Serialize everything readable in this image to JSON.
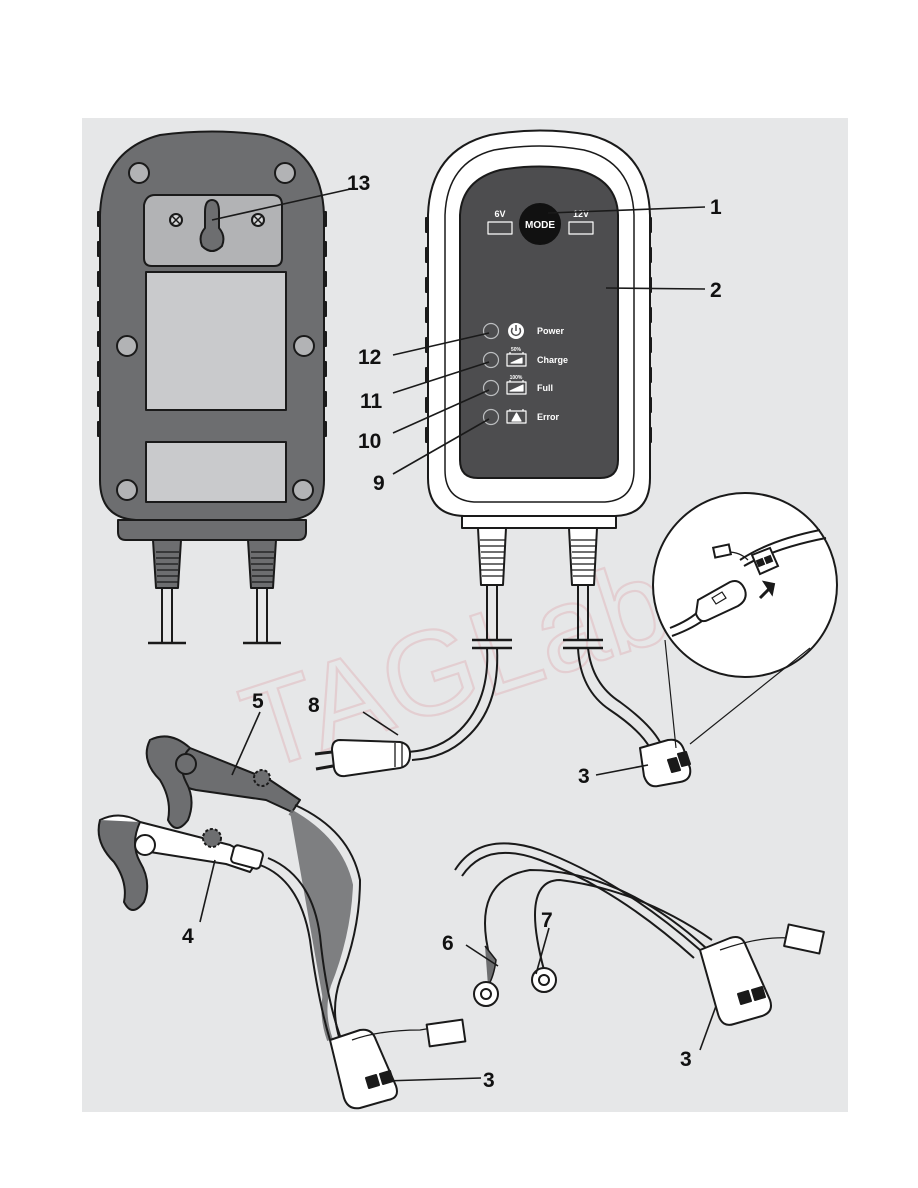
{
  "watermark": "TAGLab",
  "charter": {
    "mode_label": "MODE",
    "volt_left": "6V",
    "volt_right": "12V",
    "indicators": [
      {
        "name": "power",
        "label": "Power",
        "icon": "power-icon"
      },
      {
        "name": "charge",
        "label": "Charge",
        "icon": "battery-50-icon",
        "badge": "50%"
      },
      {
        "name": "full",
        "label": "Full",
        "icon": "battery-100-icon",
        "badge": "100%"
      },
      {
        "name": "error",
        "label": "Error",
        "icon": "battery-warning-icon"
      }
    ]
  },
  "callouts": {
    "c1": "1",
    "c2": "2",
    "c3a": "3",
    "c3b": "3",
    "c3c": "3",
    "c4": "4",
    "c5": "5",
    "c6": "6",
    "c7": "7",
    "c8": "8",
    "c9": "9",
    "c10": "10",
    "c11": "11",
    "c12": "12",
    "c13": "13"
  },
  "colors": {
    "panel_bg": "#e6e7e8",
    "housing": "#6d6e70",
    "face": "#4d4d4f",
    "outline": "#1a1a1a"
  }
}
